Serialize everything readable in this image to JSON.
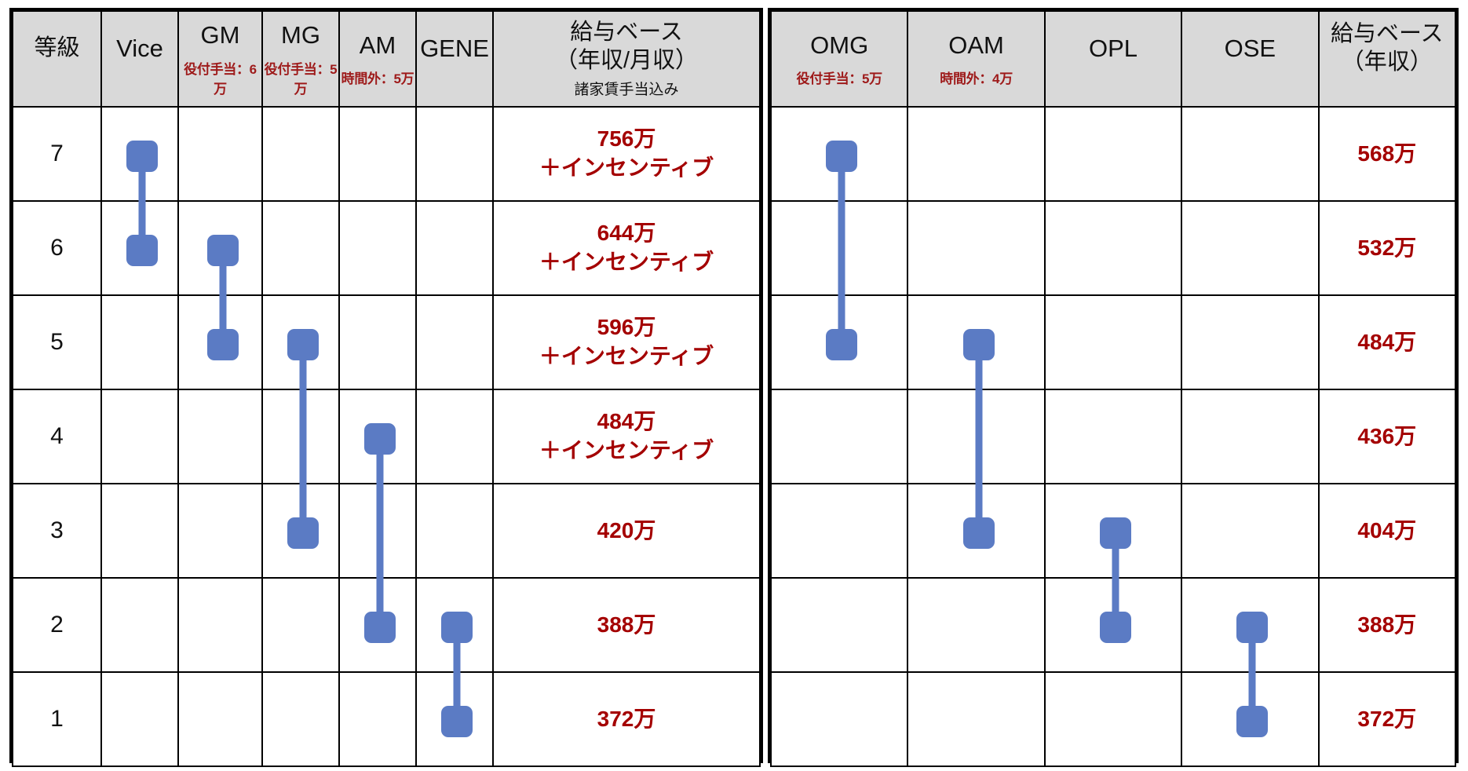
{
  "theme": {
    "bar_color": "#5B7BC4",
    "header_bg": "#d9d9d9",
    "money_color": "#a40000",
    "note_color": "#9e1a1a",
    "border_color": "#000000"
  },
  "left_table": {
    "headers": [
      {
        "main": "等級",
        "sub": "",
        "jp": true
      },
      {
        "main": "Vice",
        "sub": "",
        "jp": false
      },
      {
        "main": "GM",
        "sub": "役付手当：6万",
        "jp": false
      },
      {
        "main": "MG",
        "sub": "役付手当：5万",
        "jp": false
      },
      {
        "main": "AM",
        "sub": "時間外：5万",
        "jp": false
      },
      {
        "main": "GENE",
        "sub": "",
        "jp": false
      },
      {
        "main": "給与ベース\n（年収/月収）",
        "sub": "諸家賃手当込み",
        "jp": true
      }
    ],
    "grades": [
      "7",
      "6",
      "5",
      "4",
      "3",
      "2",
      "1"
    ],
    "pay": [
      {
        "line1": "756万",
        "line2": "＋インセンティブ"
      },
      {
        "line1": "644万",
        "line2": "＋インセンティブ"
      },
      {
        "line1": "596万",
        "line2": "＋インセンティブ"
      },
      {
        "line1": "484万",
        "line2": "＋インセンティブ"
      },
      {
        "line1": "420万",
        "line2": ""
      },
      {
        "line1": "388万",
        "line2": ""
      },
      {
        "line1": "372万",
        "line2": ""
      }
    ],
    "bars": [
      {
        "track": "Vice",
        "col_index": 1,
        "from_grade": "7",
        "to_grade": "6"
      },
      {
        "track": "GM",
        "col_index": 2,
        "from_grade": "6",
        "to_grade": "5"
      },
      {
        "track": "MG",
        "col_index": 3,
        "from_grade": "5",
        "to_grade": "3"
      },
      {
        "track": "AM",
        "col_index": 4,
        "from_grade": "4",
        "to_grade": "2"
      },
      {
        "track": "GENE",
        "col_index": 5,
        "from_grade": "2",
        "to_grade": "1"
      }
    ]
  },
  "right_table": {
    "headers": [
      {
        "main": "OMG",
        "sub": "役付手当：5万",
        "jp": false
      },
      {
        "main": "OAM",
        "sub": "時間外：4万",
        "jp": false
      },
      {
        "main": "OPL",
        "sub": "",
        "jp": false
      },
      {
        "main": "OSE",
        "sub": "",
        "jp": false
      },
      {
        "main": "給与ベース\n（年収）",
        "sub": "",
        "jp": true
      }
    ],
    "pay": [
      {
        "line1": "568万",
        "line2": ""
      },
      {
        "line1": "532万",
        "line2": ""
      },
      {
        "line1": "484万",
        "line2": ""
      },
      {
        "line1": "436万",
        "line2": ""
      },
      {
        "line1": "404万",
        "line2": ""
      },
      {
        "line1": "388万",
        "line2": ""
      },
      {
        "line1": "372万",
        "line2": ""
      }
    ],
    "bars": [
      {
        "track": "OMG",
        "col_index": 0,
        "from_grade": "7",
        "to_grade": "5"
      },
      {
        "track": "OAM",
        "col_index": 1,
        "from_grade": "5",
        "to_grade": "3"
      },
      {
        "track": "OPL",
        "col_index": 2,
        "from_grade": "3",
        "to_grade": "2"
      },
      {
        "track": "OSE",
        "col_index": 3,
        "from_grade": "2",
        "to_grade": "1"
      }
    ]
  },
  "chart_data": {
    "type": "table",
    "title": "等級別 給与レンジ表",
    "grades": [
      "7",
      "6",
      "5",
      "4",
      "3",
      "2",
      "1"
    ],
    "tracks": [
      {
        "name": "Vice",
        "allowance": "",
        "grade_span": [
          7,
          6
        ]
      },
      {
        "name": "GM",
        "allowance": "役付手当：6万",
        "grade_span": [
          6,
          5
        ]
      },
      {
        "name": "MG",
        "allowance": "役付手当：5万",
        "grade_span": [
          5,
          3
        ]
      },
      {
        "name": "AM",
        "allowance": "時間外：5万",
        "grade_span": [
          4,
          2
        ]
      },
      {
        "name": "GENE",
        "allowance": "",
        "grade_span": [
          2,
          1
        ]
      },
      {
        "name": "OMG",
        "allowance": "役付手当：5万",
        "grade_span": [
          7,
          5
        ]
      },
      {
        "name": "OAM",
        "allowance": "時間外：4万",
        "grade_span": [
          5,
          3
        ]
      },
      {
        "name": "OPL",
        "allowance": "",
        "grade_span": [
          3,
          2
        ]
      },
      {
        "name": "OSE",
        "allowance": "",
        "grade_span": [
          2,
          1
        ]
      }
    ],
    "series": [
      {
        "name": "給与ベース（年収/月収）諸家賃手当込み",
        "values": [
          756,
          644,
          596,
          484,
          420,
          388,
          372
        ],
        "unit": "万",
        "incentive_rows": [
          "7",
          "6",
          "5",
          "4"
        ]
      },
      {
        "name": "給与ベース（年収）",
        "values": [
          568,
          532,
          484,
          436,
          404,
          388,
          372
        ],
        "unit": "万",
        "incentive_rows": []
      }
    ]
  }
}
